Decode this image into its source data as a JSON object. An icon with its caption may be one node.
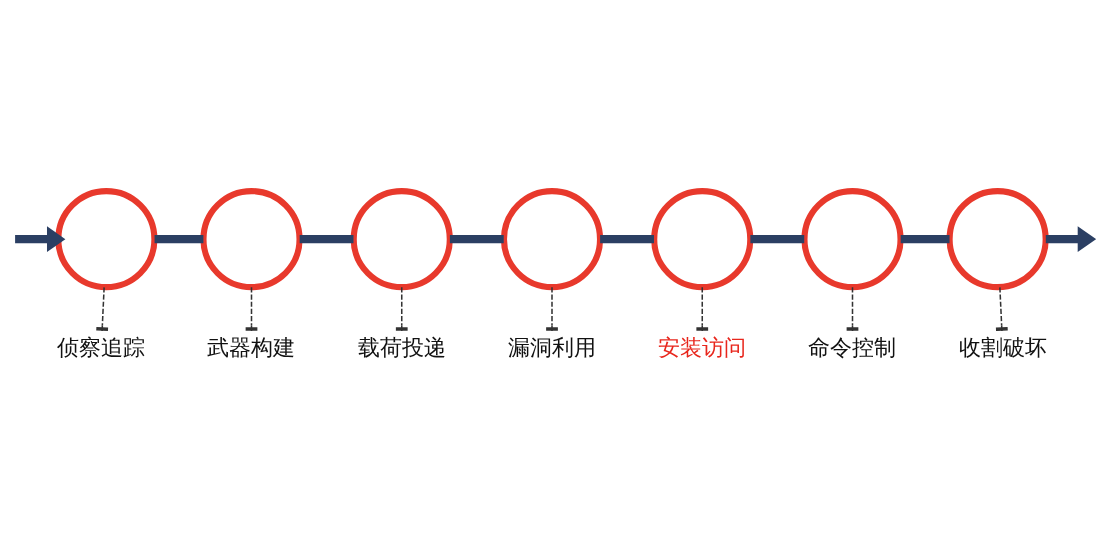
{
  "diagram": {
    "nodes": [
      {
        "text": [],
        "shape": "circle"
      },
      {
        "text": [],
        "shape": "circle"
      },
      {
        "text": [],
        "shape": "circle"
      },
      {
        "text": [],
        "shape": "circle"
      },
      {
        "text": [],
        "shape": "circle"
      },
      {
        "text": [],
        "shape": "circle"
      },
      {
        "text": [],
        "shape": "circle"
      },
      {
        "text": [
          "侦察追踪"
        ]
      },
      {
        "text": [
          "武器构建"
        ]
      },
      {
        "text": [
          "载荷投递"
        ]
      },
      {
        "text": [
          "漏洞利用"
        ]
      },
      {
        "text": [
          "安装访问"
        ]
      },
      {
        "text": [
          "命令控制"
        ]
      },
      {
        "text": [
          "收割破坏"
        ]
      }
    ],
    "edges": [
      {
        "from": null,
        "to": 0,
        "arrow": "to"
      },
      {
        "from": 0,
        "to": 1,
        "arrow": "none"
      },
      {
        "from": 1,
        "to": 2,
        "arrow": "none"
      },
      {
        "from": 2,
        "to": 3,
        "arrow": "none"
      },
      {
        "from": 3,
        "to": 4,
        "arrow": "none"
      },
      {
        "from": 4,
        "to": 5,
        "arrow": "none"
      },
      {
        "from": 5,
        "to": 6,
        "arrow": "none"
      },
      {
        "from": 6,
        "to": null,
        "arrow": "to"
      },
      {
        "from": 0,
        "to": 7,
        "arrow": "other",
        "style": "dashed",
        "color": "#333333"
      },
      {
        "from": 1,
        "to": 8,
        "arrow": "other",
        "style": "dashed",
        "color": "#333333"
      },
      {
        "from": 2,
        "to": 9,
        "arrow": "other",
        "style": "dashed",
        "color": "#333333"
      },
      {
        "from": 3,
        "to": 10,
        "arrow": "other",
        "style": "dashed",
        "color": "#333333"
      },
      {
        "from": 4,
        "to": 11,
        "arrow": "other",
        "style": "dashed",
        "color": "#333333"
      },
      {
        "from": 5,
        "to": 12,
        "arrow": "other",
        "style": "dashed",
        "color": "#333333"
      },
      {
        "from": 6,
        "to": 13,
        "arrow": "other",
        "style": "dashed",
        "color": "#333333"
      }
    ]
  }
}
